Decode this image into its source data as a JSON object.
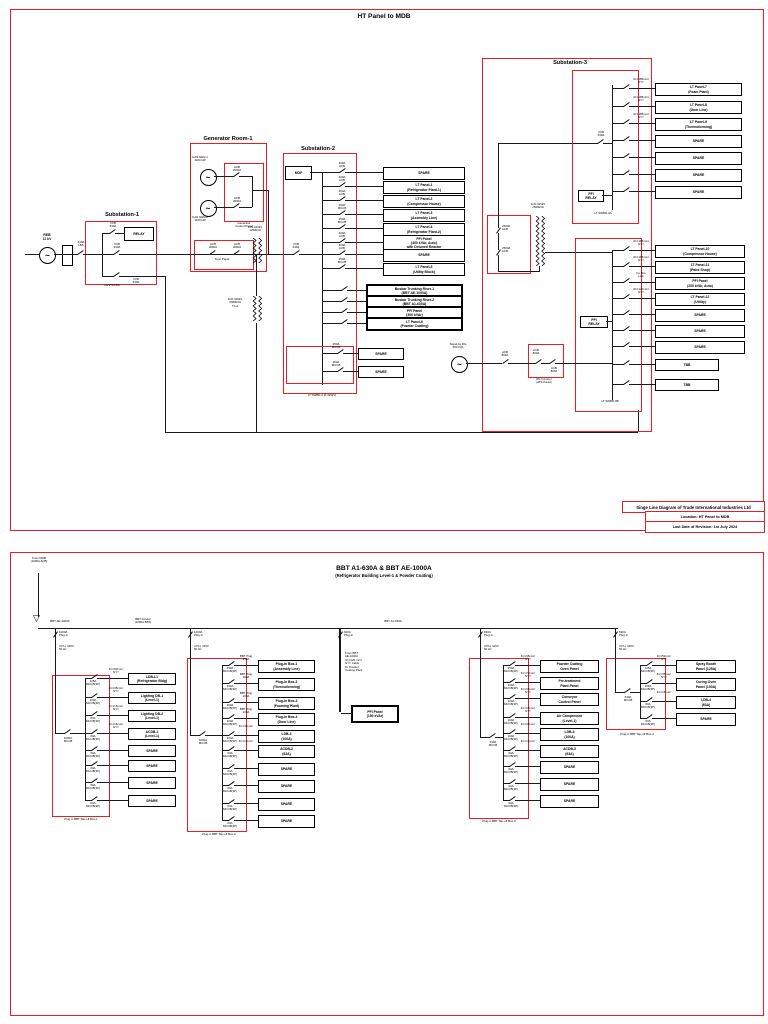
{
  "p1": {
    "title": "HT Panel to MDB",
    "source": {
      "sys": "REB\n11 kV",
      "ct": "11kV\nMetering",
      "brk": "630A\nLBS"
    },
    "ss1": {
      "h": "Substation-1",
      "relay": "RELAY",
      "b1": "VCB\n630A",
      "b2": "VCB\n630A",
      "b3": "VCB\n630A",
      "panel": "11kV SWBD"
    },
    "gr": {
      "h": "Generator Room-1",
      "g1": "GAS GEN-1\n1100 kW",
      "g2": "GAS GEN-2\n1100 kW",
      "gb1": "ACB\n2000A",
      "gb2": "ACB\n2000A",
      "ctl": "Generator\nControl Panel",
      "s1": "ACB\n2000A",
      "s2": "ACB\n2000A",
      "sync": "Sync Panel",
      "tx": "11/0.415kV\n1250kVA"
    },
    "ss2": {
      "h": "Substation-2",
      "mof": "MOF",
      "inb": "VCB\n630A",
      "rows": [
        {
          "b": "400A\nACB",
          "l": "SPARE"
        },
        {
          "b": "400A\nACB",
          "l": "LT Panel-1\n(Refrigerator Plant-1)"
        },
        {
          "b": "400A\nACB",
          "l": "LT Panel-2\n(Compressor House)"
        },
        {
          "b": "250A\nMCCB",
          "l": "LT Panel-3\n(Assembly Line)"
        },
        {
          "b": "250A\nMCCB",
          "l": "LT Panel-4\n(Refrigerator Plant-2)"
        },
        {
          "b": "400A\nACB",
          "l": "PFI Panel\n(400 kVAr, Auto)\nwith Detuned Reactor"
        },
        {
          "b": "400A\nACB",
          "l": "SPARE"
        },
        {
          "b": "250A\nMCCB",
          "l": "LT Panel-5\n(Utility Block)"
        }
      ],
      "g4": [
        {
          "b": "630A\nACB",
          "l": "Busbar Trunking Riser-1\n(BBT AE-1000A)"
        },
        {
          "b": "630A\nACB",
          "l": "Busbar Trunking Riser-2\n(BBT A1-630A)"
        },
        {
          "b": "300A\nMCCB",
          "l": "PFI Panel\n(300 kVAr)"
        },
        {
          "b": "400A\nACB",
          "l": "LT Panel-6\n(Powder Coating)"
        }
      ],
      "sp": [
        {
          "b": "250A\nMCCB",
          "l": "SPARE"
        },
        {
          "b": "250A\nMCCB",
          "l": "SPARE"
        }
      ],
      "tx": "11/0.415kV\n2000kVA\nTX-2",
      "panel": "LT SWBD-2 (0.415kV)"
    },
    "ss3": {
      "h": "Substation-3",
      "feed": "VCB\n630A",
      "a": {
        "rows": [
          {
            "b": "400A\nMCCB",
            "c": "4C×185mm²\nNYY",
            "l": "LT Panel-7\n(Foam Plant)"
          },
          {
            "b": "400A\nMCCB",
            "c": "4C×185mm²\nNYY",
            "l": "LT Panel-8\n(Door Line)"
          },
          {
            "b": "400A\nMCCB",
            "c": "4C×185mm²\nNYY",
            "l": "LT Panel-9\n(Thermoforming)"
          },
          {
            "b": "250A\nMCCB",
            "l": "SPARE"
          },
          {
            "b": "250A\nMCCB",
            "l": "SPARE"
          },
          {
            "b": "250A\nMCCB",
            "l": "SPARE"
          },
          {
            "b": "250A\nMCCB",
            "l": "SPARE"
          }
        ],
        "pfi": "PFI\nRELAY",
        "panel": "LT SWBD-3A"
      },
      "tx": {
        "b1": "2500A\nACB",
        "b2": "2500A\nACB",
        "label": "11/0.415kV\n2500kVA"
      },
      "b": {
        "rows": [
          {
            "b": "400A\nMCCB",
            "c": "4C×185mm²\nNYY",
            "l": "LT Panel-10\n(Compressor House)"
          },
          {
            "b": "400A\nMCCB",
            "c": "4C×185mm²\nNYY",
            "l": "LT Panel-11\n(Paint Shop)"
          },
          {
            "b": "300A\nMCCB",
            "c": "Cu Bus\nLink",
            "l": "PFI Panel\n(200 kVAr, Auto)"
          },
          {
            "b": "250A\nMCCB",
            "c": "4C×120mm²\nNYY",
            "l": "LT Panel-12\n(Utility)"
          },
          {
            "b": "250A\nMCCB",
            "l": "SPARE"
          },
          {
            "b": "250A\nMCCB",
            "l": "SPARE"
          },
          {
            "b": "250A\nMCCB",
            "l": "SPARE"
          },
          {
            "b": "630A\nACB",
            "l": "TBB"
          },
          {
            "b": "630A\nACB",
            "l": "TBB"
          }
        ],
        "pfi": "PFI\nRELAY",
        "panel": "LT SWBD-3B"
      },
      "gen": {
        "name": "Stand-by DG\n500 kVA",
        "b": "ACB\n800A",
        "b1": "ACB\n800A",
        "b2": "ACB\n800A",
        "panel": "DG Incomer\n(ATS Panel)"
      }
    },
    "tb": {
      "l1": "Singe Line Diagram of Trade International Industries Ltd",
      "l2": "Location: HT Panel to MDB",
      "l3": "Last Date of Revision: 1st July 2024"
    }
  },
  "p2": {
    "title": "BBT A1-630A & BBT AE-1000A",
    "subtitle": "(Refrigerator Building Level-1 & Powder Coating)",
    "from": "From MDB\n(1600A ACB)",
    "bus1": "BBT AE-1000A",
    "bus2": "BBT Feeder\n(1000A BBT)",
    "bus3": "BBT A1-630A",
    "cols": [
      {
        "tap": "1000A\nPlug-in",
        "sub": "3 PH, 415V\n50 Hz",
        "main": "1000A\nMCCB",
        "panel": "Plug-in BBT Tap-off Box-1",
        "rows": [
          {
            "b": "125A\nMCCB(3P)",
            "c": "4C×50mm²\nNYY",
            "l": "LDB-L1\n(Refrigerator Bldg)"
          },
          {
            "b": "100A\nMCCB(3P)",
            "c": "4C×35mm²\nNYY",
            "l": "Lighting DB-1\n(Level-1)"
          },
          {
            "b": "63A\nMCCB(3P)",
            "c": "4C×16mm²\nNYY",
            "l": "Lighting DB-2\n(Level-1)"
          },
          {
            "b": "63A\nMCCB(3P)",
            "c": "4C×16mm²\nNYY",
            "l": "ACDB-1\n(Level-1)"
          },
          {
            "b": "63A\nMCCB(3P)",
            "l": "SPARE"
          },
          {
            "b": "63A\nMCCB(3P)",
            "l": "SPARE"
          },
          {
            "b": "63A\nMCCB(3P)",
            "l": "SPARE"
          },
          {
            "b": "63A\nMCCB(3P)",
            "l": "SPARE"
          }
        ]
      },
      {
        "tap": "1000A\nPlug-in",
        "sub": "3 PH, 415V\n50 Hz",
        "main": "1000A\nMCCB",
        "panel": "Plug-in BBT Tap-off Box-2",
        "rows": [
          {
            "b": "250A\nMCCB(3P)",
            "c": "BBT Plug\n250A",
            "l": "Plug-in Box-1\n(Assembly Line)"
          },
          {
            "b": "160A\nMCCB(3P)",
            "c": "BBT Plug\n160A",
            "l": "Plug-in Box-2\n(Thermoforming)"
          },
          {
            "b": "160A\nMCCB(3P)",
            "c": "BBT Plug\n160A",
            "l": "Plug-in Box-3\n(Foaming Plant)"
          },
          {
            "b": "100A\nMCCB(3P)",
            "c": "BBT Plug\n100A",
            "l": "Plug-in Box-4\n(Door Line)"
          },
          {
            "b": "100A\nMCCB(3P)",
            "c": "4C×35mm²",
            "l": "LDB-2\n(100A)"
          },
          {
            "b": "63A\nMCCB(3P)",
            "c": "4C×16mm²",
            "l": "ACDB-2\n(63A)"
          },
          {
            "b": "63A\nMCCB(3P)",
            "l": "SPARE"
          },
          {
            "b": "63A\nMCCB(3P)",
            "l": "SPARE"
          },
          {
            "b": "63A\nMCCB(3P)",
            "l": "SPARE"
          },
          {
            "b": "63A\nMCCB(3P)",
            "l": "SPARE"
          }
        ]
      },
      {
        "tap": "630A\nPlug-in",
        "note": "From BBT\nAE-1000A\n4C×120 mm²\nNYY Cable\nTo Powder\nCoating Plant",
        "box": "PFI Panel\n(150 kVAr)"
      },
      {
        "tap": "630A\nPlug-in",
        "sub": "3 PH, 415V\n50 Hz",
        "main": "630A\nMCCB",
        "panel": "Plug-in BBT Tap-off Box-3",
        "rows": [
          {
            "b": "250A\nMCCB(3P)",
            "c": "4C×95mm²\nNYY",
            "l": "Powder Coating\nOven Panel"
          },
          {
            "b": "160A\nMCCB(3P)",
            "c": "4C×70mm²\nNYY",
            "l": "Pre-treatment\nPlant Panel"
          },
          {
            "b": "100A\nMCCB(3P)",
            "c": "4C×35mm²\nNYY",
            "l": "Conveyor\nControl Panel"
          },
          {
            "b": "100A\nMCCB(3P)",
            "c": "4C×35mm²\nNYY",
            "l": "Air Compressor\n(Level-1)"
          },
          {
            "b": "100A\nMCCB(3P)",
            "c": "4C×35mm²",
            "l": "LDB-3\n(100A)"
          },
          {
            "b": "63A\nMCCB(3P)",
            "c": "4C×16mm²",
            "l": "ACDB-3\n(63A)"
          },
          {
            "b": "63A\nMCCB(3P)",
            "l": "SPARE"
          },
          {
            "b": "63A\nMCCB(3P)",
            "l": "SPARE"
          },
          {
            "b": "63A\nMCCB(3P)",
            "l": "SPARE"
          }
        ]
      },
      {
        "tap": "630A\nPlug-in",
        "sub": "3 PH, 415V\n50 Hz",
        "main": "630A\nMCCB",
        "panel": "Plug-in BBT Tap-off Box-4",
        "rows": [
          {
            "b": "125A\nMCCB(3P)",
            "c": "4C×50mm²\nNYY",
            "l": "Spray Booth\nPanel (125A)"
          },
          {
            "b": "100A\nMCCB(3P)",
            "c": "4C×35mm²\nNYY",
            "l": "Curing Oven\nPanel (100A)"
          },
          {
            "b": "63A\nMCCB(3P)",
            "c": "4C×16mm²",
            "l": "LDB-4\n(63A)"
          },
          {
            "b": "63A\nMCCB(3P)",
            "l": "SPARE"
          }
        ]
      }
    ]
  }
}
